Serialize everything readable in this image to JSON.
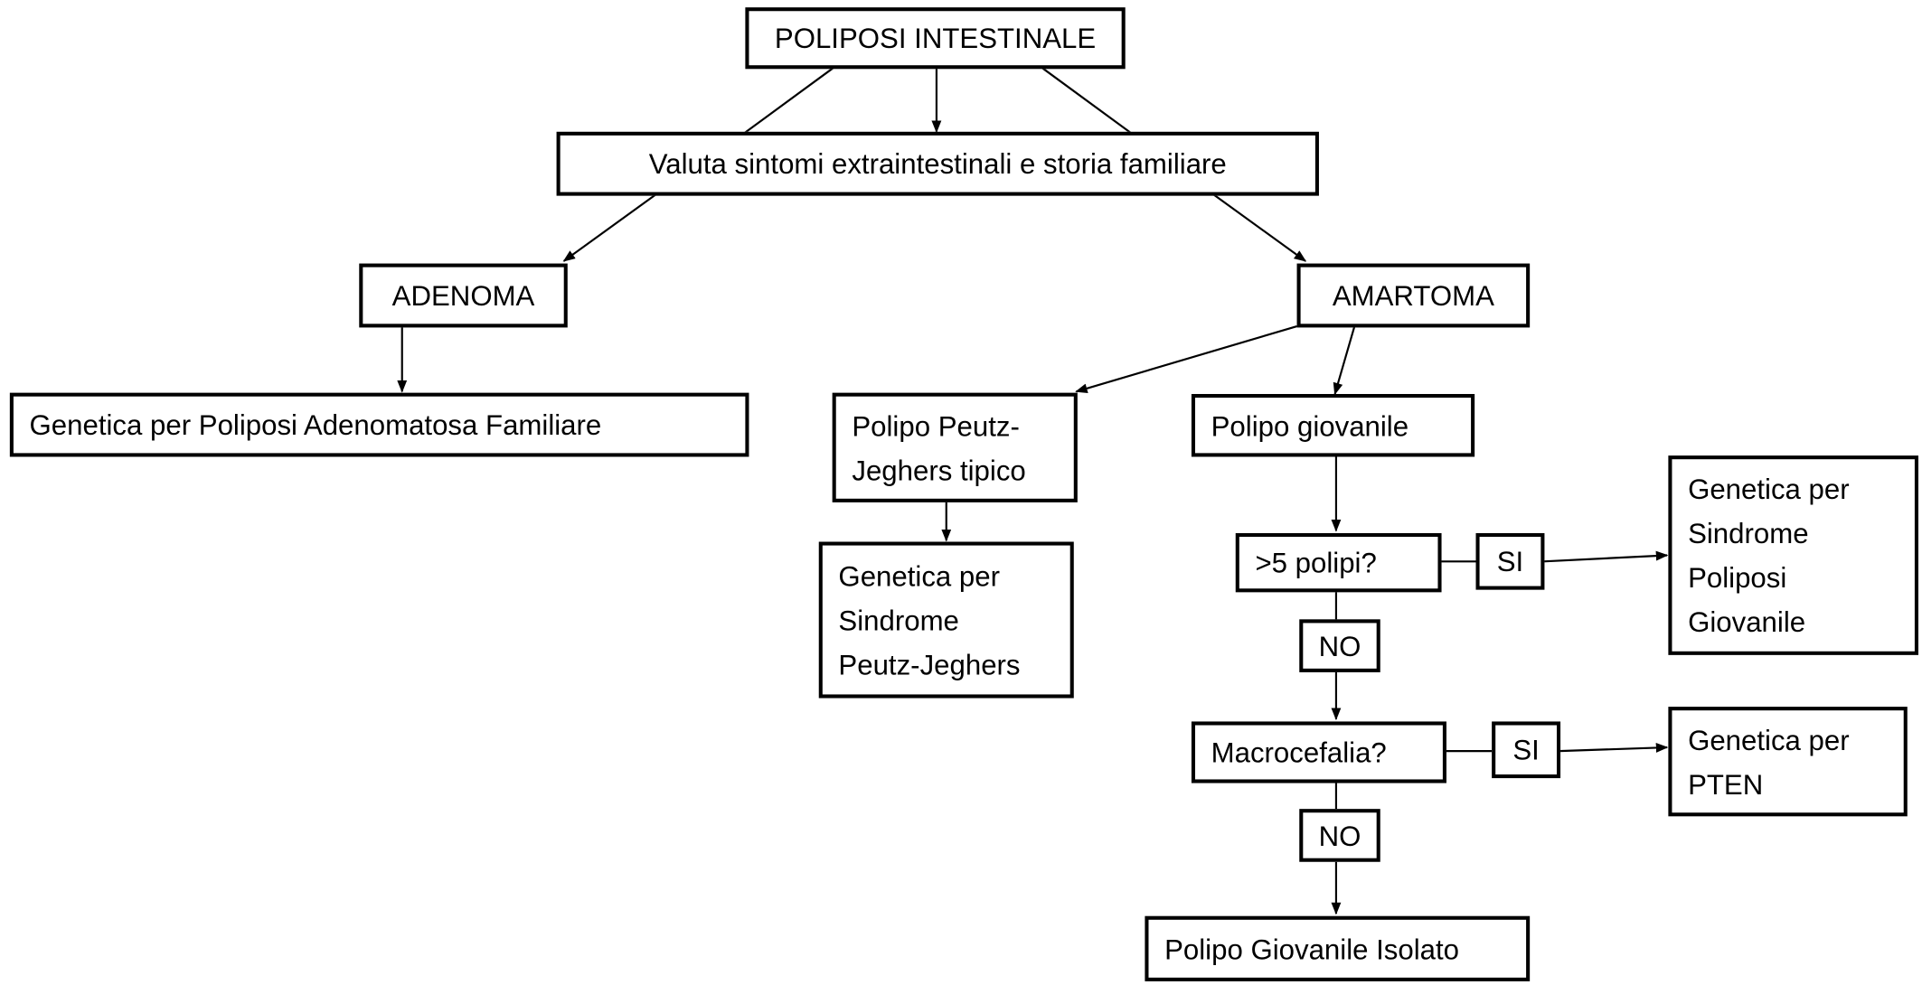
{
  "nodes": {
    "root": "POLIPOSI INTESTINALE",
    "evaluate": "Valuta sintomi extraintestinali e storia familiare",
    "adenoma": "ADENOMA",
    "amartoma": "AMARTOMA",
    "gen_fap": "Genetica per Poliposi Adenomatosa Familiare",
    "pj_polyp": "Polipo Peutz-\nJeghers tipico",
    "juv_polyp": "Polipo giovanile",
    "gen_pj": "Genetica per\nSindrome\nPeutz-Jeghers",
    "q_polyps": ">5 polipi?",
    "si_1": "SI",
    "no_1": "NO",
    "gen_jps": "Genetica per\nSindrome\nPoliposi\nGiovanile",
    "q_macro": "Macrocefalia?",
    "si_2": "SI",
    "no_2": "NO",
    "gen_pten": "Genetica per\nPTEN",
    "isolated": "Polipo Giovanile Isolato"
  }
}
